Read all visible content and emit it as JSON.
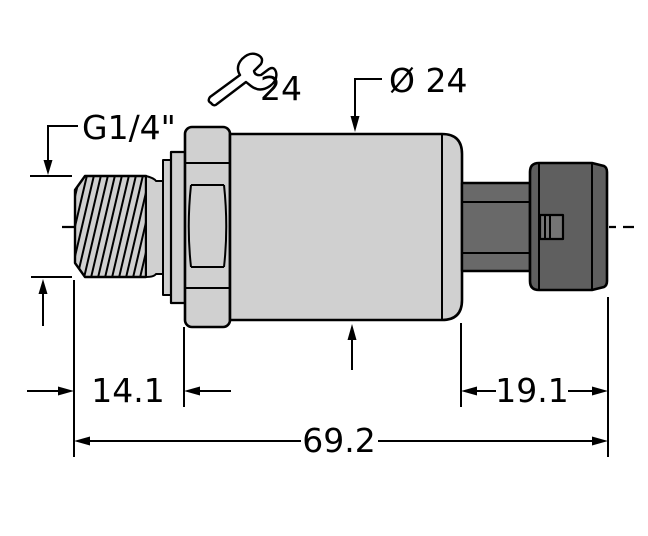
{
  "drawing": {
    "labels": {
      "thread_spec": "G1/4\"",
      "wrench_size": "24",
      "body_diameter": "Ø 24"
    },
    "dimensions": {
      "thread_section_length": "14.1",
      "connector_section_length": "19.1",
      "overall_length": "69.2"
    },
    "icons": {
      "wrench": "wrench-icon"
    },
    "colors": {
      "metal_light": "#d0d0d0",
      "metal_mid": "#696969",
      "metal_dark": "#5f5f5f",
      "latch": "#757575",
      "outline": "#000000",
      "background": "#ffffff"
    }
  }
}
